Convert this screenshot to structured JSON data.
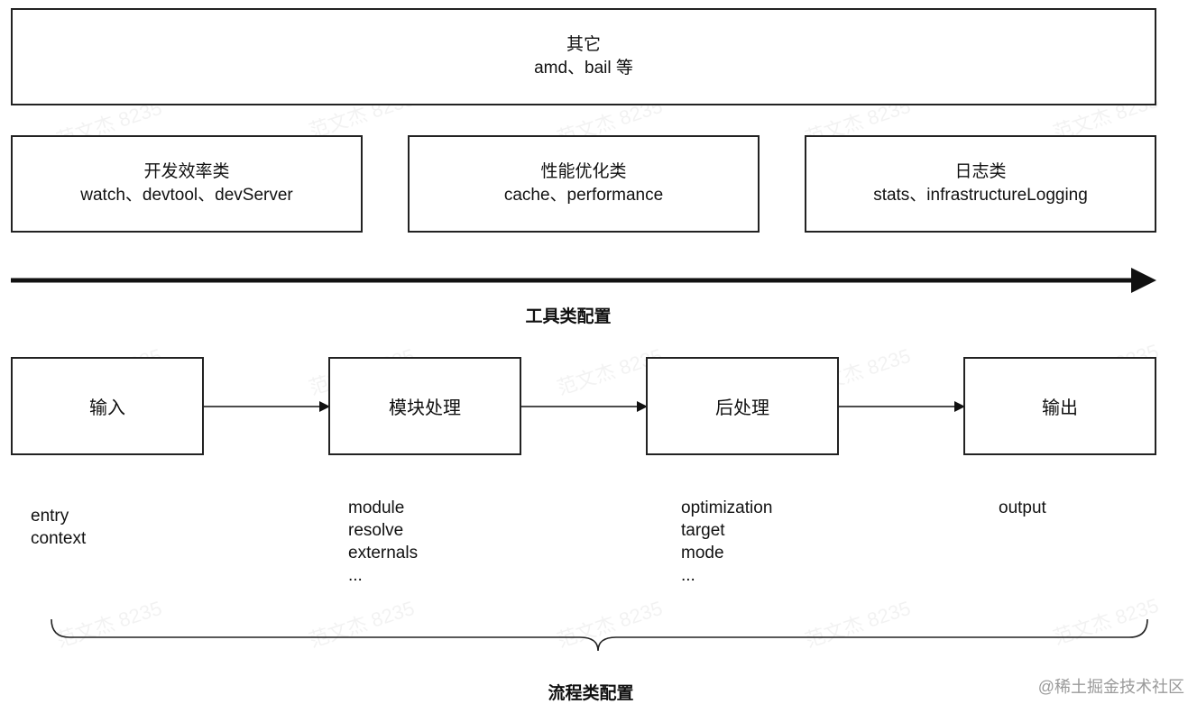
{
  "tool_layer": {
    "other": {
      "title": "其它",
      "items": "amd、bail 等"
    },
    "groups": [
      {
        "title": "开发效率类",
        "items": "watch、devtool、devServer"
      },
      {
        "title": "性能优化类",
        "items": "cache、performance"
      },
      {
        "title": "日志类",
        "items": "stats、infrastructureLogging"
      }
    ],
    "caption": "工具类配置"
  },
  "flow": {
    "stages": [
      {
        "label": "输入",
        "configs": [
          "entry",
          "context"
        ]
      },
      {
        "label": "模块处理",
        "configs": [
          "module",
          "resolve",
          "externals",
          "..."
        ]
      },
      {
        "label": "后处理",
        "configs": [
          "optimization",
          "target",
          "mode",
          "..."
        ]
      },
      {
        "label": "输出",
        "configs": [
          "output"
        ]
      }
    ],
    "caption": "流程类配置"
  },
  "watermark_text": "范文杰 8235",
  "corner_mark": "@稀土掘金技术社区"
}
